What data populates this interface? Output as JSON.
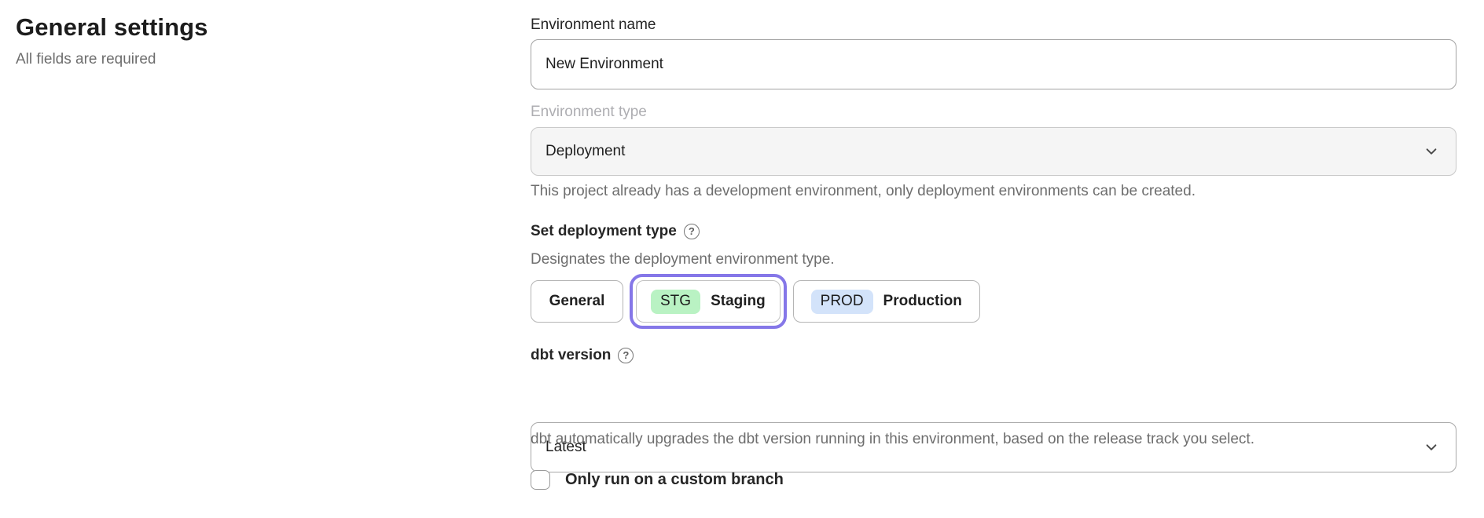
{
  "page": {
    "title": "General settings",
    "subtitle": "All fields are required"
  },
  "form": {
    "environment_name": {
      "label": "Environment name",
      "value": "New Environment"
    },
    "environment_type": {
      "label": "Environment type",
      "value": "Deployment",
      "disabled": true,
      "helper": "This project already has a development environment, only deployment environments can be created."
    },
    "deployment_type": {
      "label": "Set deployment type",
      "description": "Designates the deployment environment type.",
      "options": [
        {
          "label": "General",
          "badge": "",
          "selected": false
        },
        {
          "label": "Staging",
          "badge": "STG",
          "selected": true
        },
        {
          "label": "Production",
          "badge": "PROD",
          "selected": false
        }
      ]
    },
    "dbt_version": {
      "label": "dbt version",
      "value": "Latest",
      "helper": "dbt automatically upgrades the dbt version running in this environment, based on the release track you select."
    },
    "custom_branch": {
      "label": "Only run on a custom branch",
      "checked": false
    }
  },
  "colors": {
    "selected_ring": "#8577e8",
    "stg_badge": "#b9f2c3",
    "prod_badge": "#d3e3fa",
    "disabled_field_bg": "#f5f5f5",
    "helper_text": "#6e6e6e"
  },
  "icons": {
    "help_glyph": "?"
  }
}
